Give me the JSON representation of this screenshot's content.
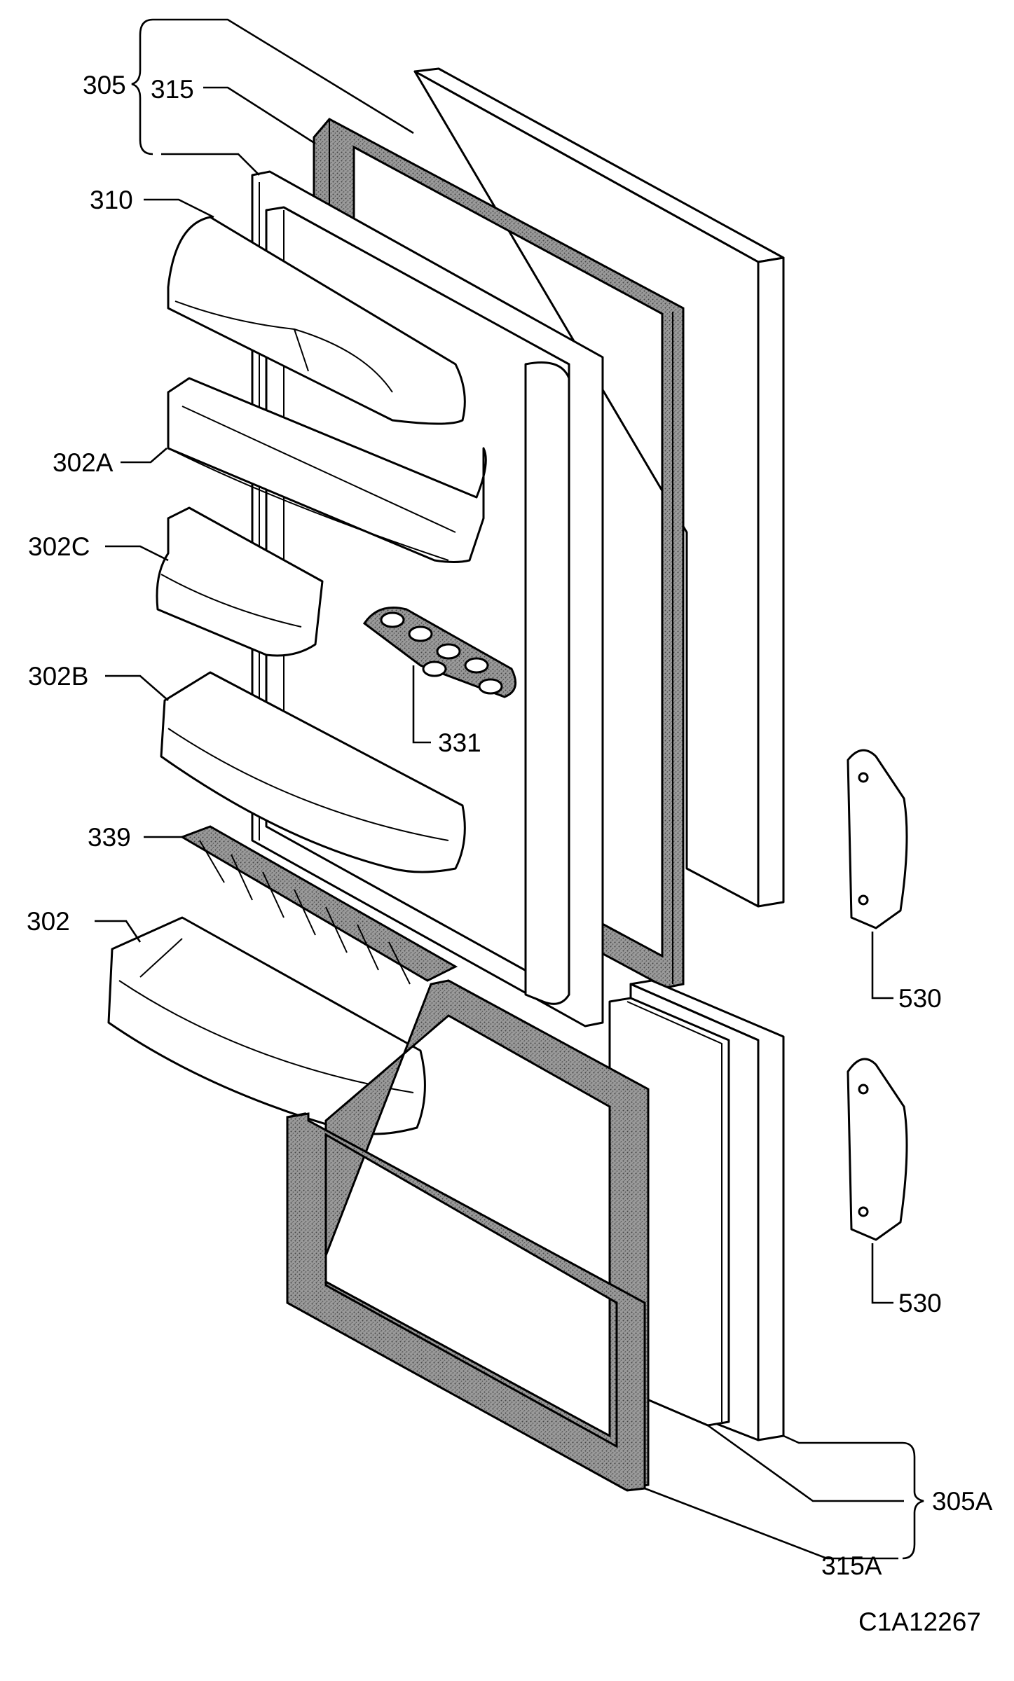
{
  "figure_code": "C1A12267",
  "labels": {
    "l305": "305",
    "l315": "315",
    "l310": "310",
    "l302A": "302A",
    "l302C": "302C",
    "l302B": "302B",
    "l331": "331",
    "l339": "339",
    "l302": "302",
    "l530a": "530",
    "l530b": "530",
    "l305A": "305A",
    "l315A": "315A"
  },
  "colors": {
    "line": "#000000",
    "background": "#ffffff",
    "gasket": "#8a8a8a"
  }
}
